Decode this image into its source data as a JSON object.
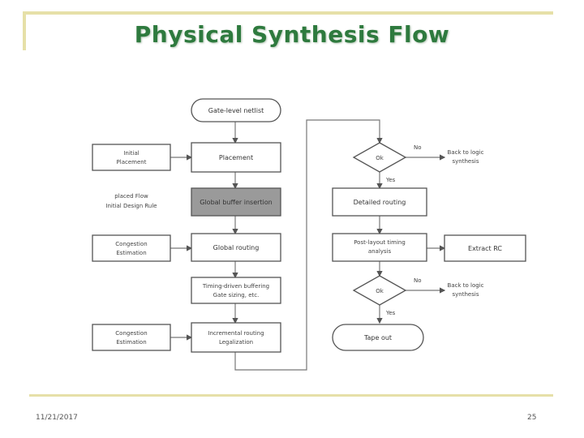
{
  "slide": {
    "title": "Physical Synthesis Flow",
    "footer_date": "11/21/2017",
    "page_number": "25"
  },
  "flow": {
    "start": "Gate-level netlist",
    "placement": "Placement",
    "initial_placement": [
      "Initial",
      "Placement"
    ],
    "placement_note": [
      "placed&nbsp;Flow",
      "Initial Design Rule"
    ],
    "buffer_insertion": "Global buffer insertion",
    "global_routing": "Global routing",
    "routing_congestion_left_1": [
      "Congestion",
      "Estimation"
    ],
    "incremental_opt": [
      "Timing-driven buffering",
      "Gate sizing, etc."
    ],
    "incremental_routing": [
      "Incremental routing",
      "Legalization"
    ],
    "routing_congestion_left_2": [
      "Congestion",
      "Estimation"
    ],
    "ok_1": "Ok",
    "no_1": "No",
    "yes_1": "Yes",
    "back_1": [
      "Back to logic",
      "synthesis"
    ],
    "detailed_routing": "Detailed routing",
    "extraction": [
      "Post-layout timing",
      "analysis"
    ],
    "extract_rc": "Extract RC",
    "ok_2": "Ok",
    "no_2": "No",
    "yes_2": "Yes",
    "back_2": [
      "Back to logic",
      "synthesis"
    ],
    "tapeout": "Tape out"
  }
}
